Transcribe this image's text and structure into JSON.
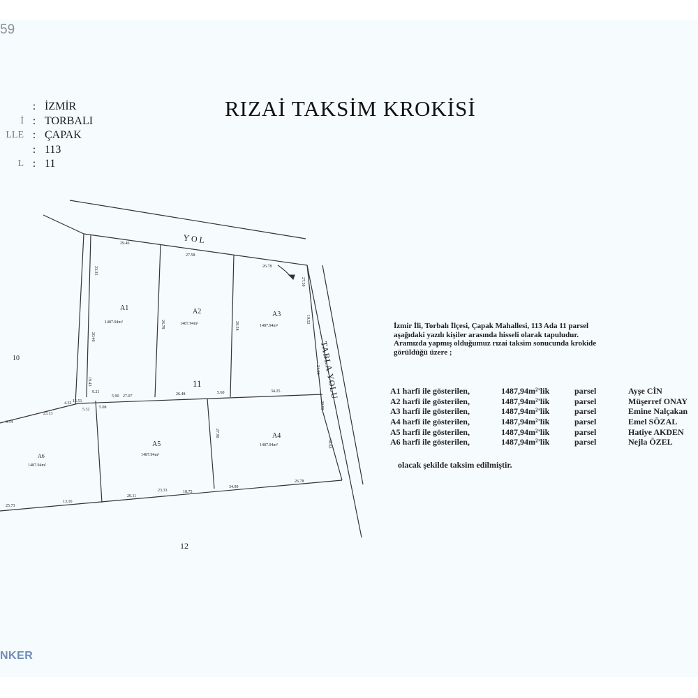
{
  "page_number_partial": "59",
  "title": "RIZAİ TAKSİM KROKİSİ",
  "header_fields": [
    {
      "label": "",
      "value": "İZMİR"
    },
    {
      "label": "İ",
      "value": "TORBALI"
    },
    {
      "label": "LLE",
      "value": "ÇAPAK"
    },
    {
      "label": "",
      "value": "113"
    },
    {
      "label": "L",
      "value": "11"
    }
  ],
  "plan": {
    "road_top": "YOL",
    "road_right": "TABLA YOLU",
    "parcel_numbers": {
      "center": "11",
      "left": "10",
      "bottom": "12"
    },
    "parcels": [
      {
        "id": "A1",
        "area": "1487.94m²"
      },
      {
        "id": "A2",
        "area": "1487.94m²"
      },
      {
        "id": "A3",
        "area": "1487.94m²"
      },
      {
        "id": "A4",
        "area": "1487.94m²"
      },
      {
        "id": "A5",
        "area": "1487.94m²"
      },
      {
        "id": "A6",
        "area": "1487.94m²"
      }
    ],
    "dimensions": [
      "29.46",
      "27.58",
      "26.78",
      "23.35",
      "27.50",
      "20.46",
      "26.78",
      "29.58",
      "19.52",
      "19.43",
      "21.28",
      "9.21",
      "5.90",
      "27.07",
      "26.48",
      "5.60",
      "34.25",
      "4.32",
      "23.13",
      "5.32",
      "5.08",
      "9.14",
      "27.90",
      "30.50",
      "18.63",
      "20.11",
      "18.75",
      "34.99",
      "26.78",
      "13.16",
      "25.73",
      "23.33",
      "15.51"
    ]
  },
  "description": {
    "line1": "İzmir İli, Torbalı İlçesi,    Çapak    Mahallesi, 113 Ada 11 parsel",
    "line2": "aşağıdaki  yazılı kişiler arasında  hisseli olarak tapuludur.",
    "line3": "Aramızda yapmış olduğumuz rızai taksim sonucunda  krokide",
    "line4": "görüldüğü üzere  ;"
  },
  "allocations": [
    {
      "text": "A1 harfi ile gösterilen,",
      "area": "1487,94m²'lik",
      "type": "parsel",
      "owner": "Ayşe CİN"
    },
    {
      "text": "A2 harfi ile gösterilen,",
      "area": "1487,94m²'lik",
      "type": "parsel",
      "owner": "Müşerref ONAY"
    },
    {
      "text": "A3 harfi ile gösterilen,",
      "area": "1487,94m²'lik",
      "type": "parsel",
      "owner": "Emine Nalçakan"
    },
    {
      "text": "A4 harfi ile gösterilen,",
      "area": "1487,94m²'lik",
      "type": "parsel",
      "owner": "Emel SÖZAL"
    },
    {
      "text": "A5 harfi ile gösterilen,",
      "area": "1487,94m²'lik",
      "type": "parsel",
      "owner": "Hatiye AKDEN"
    },
    {
      "text": "A6 harfi ile gösterilen,",
      "area": "1487,94m²'lik",
      "type": "parsel",
      "owner": "Nejla ÖZEL"
    }
  ],
  "closing": "olacak şekilde taksim edilmiştir.",
  "brand_partial": "NKER"
}
